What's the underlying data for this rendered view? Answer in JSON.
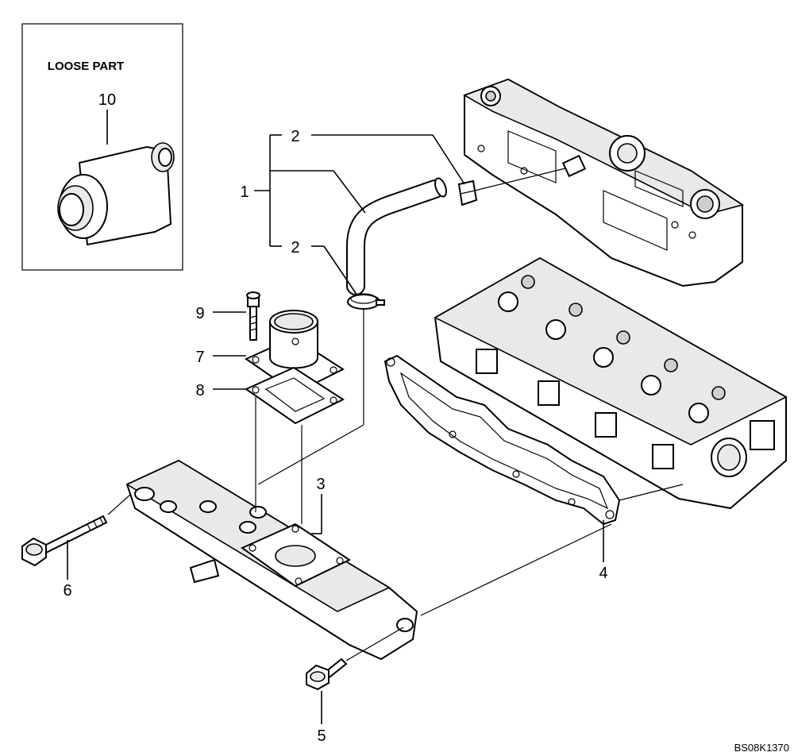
{
  "loose_part_box": {
    "title": "LOOSE PART",
    "item": "10"
  },
  "callouts": {
    "c1": "1",
    "c2_top": "2",
    "c2_bottom": "2",
    "c3": "3",
    "c4": "4",
    "c5": "5",
    "c6": "6",
    "c7": "7",
    "c8": "8",
    "c9": "9"
  },
  "drawing_code": "BS08K1370"
}
